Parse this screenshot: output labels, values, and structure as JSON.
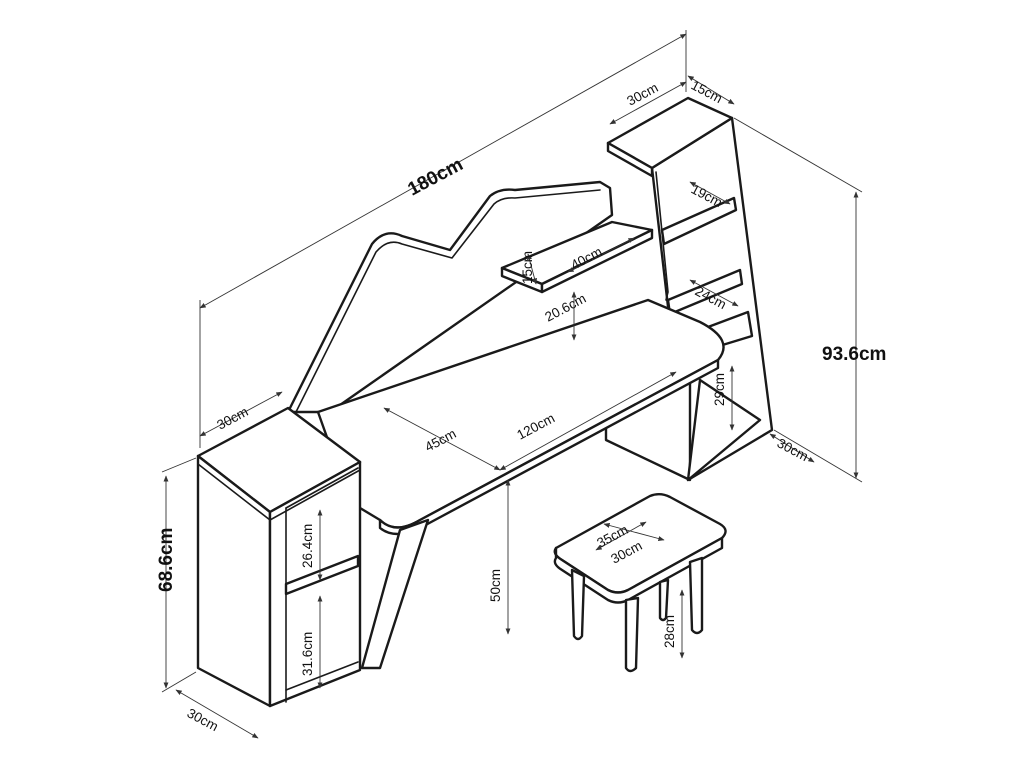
{
  "diagram": {
    "labels": {
      "total_width": "180cm",
      "total_height": "93.6cm",
      "left_cabinet_height": "68.6cm",
      "tower_top_width": "30cm",
      "tower_top_depth": "15cm",
      "tower_shelf_1": "19cm",
      "tower_shelf_2": "24cm",
      "tower_shelf_3": "29cm",
      "tower_base_depth": "30cm",
      "small_shelf_depth": "15cm",
      "small_shelf_width": "40cm",
      "small_shelf_gap": "20.6cm",
      "desk_width": "120cm",
      "desk_depth": "45cm",
      "desk_height": "50cm",
      "left_cabinet_top": "30cm",
      "left_cabinet_shelf_upper": "26.4cm",
      "left_cabinet_shelf_lower": "31.6cm",
      "left_cabinet_depth": "30cm",
      "stool_width": "35cm",
      "stool_depth": "30cm",
      "stool_height": "28cm"
    }
  }
}
